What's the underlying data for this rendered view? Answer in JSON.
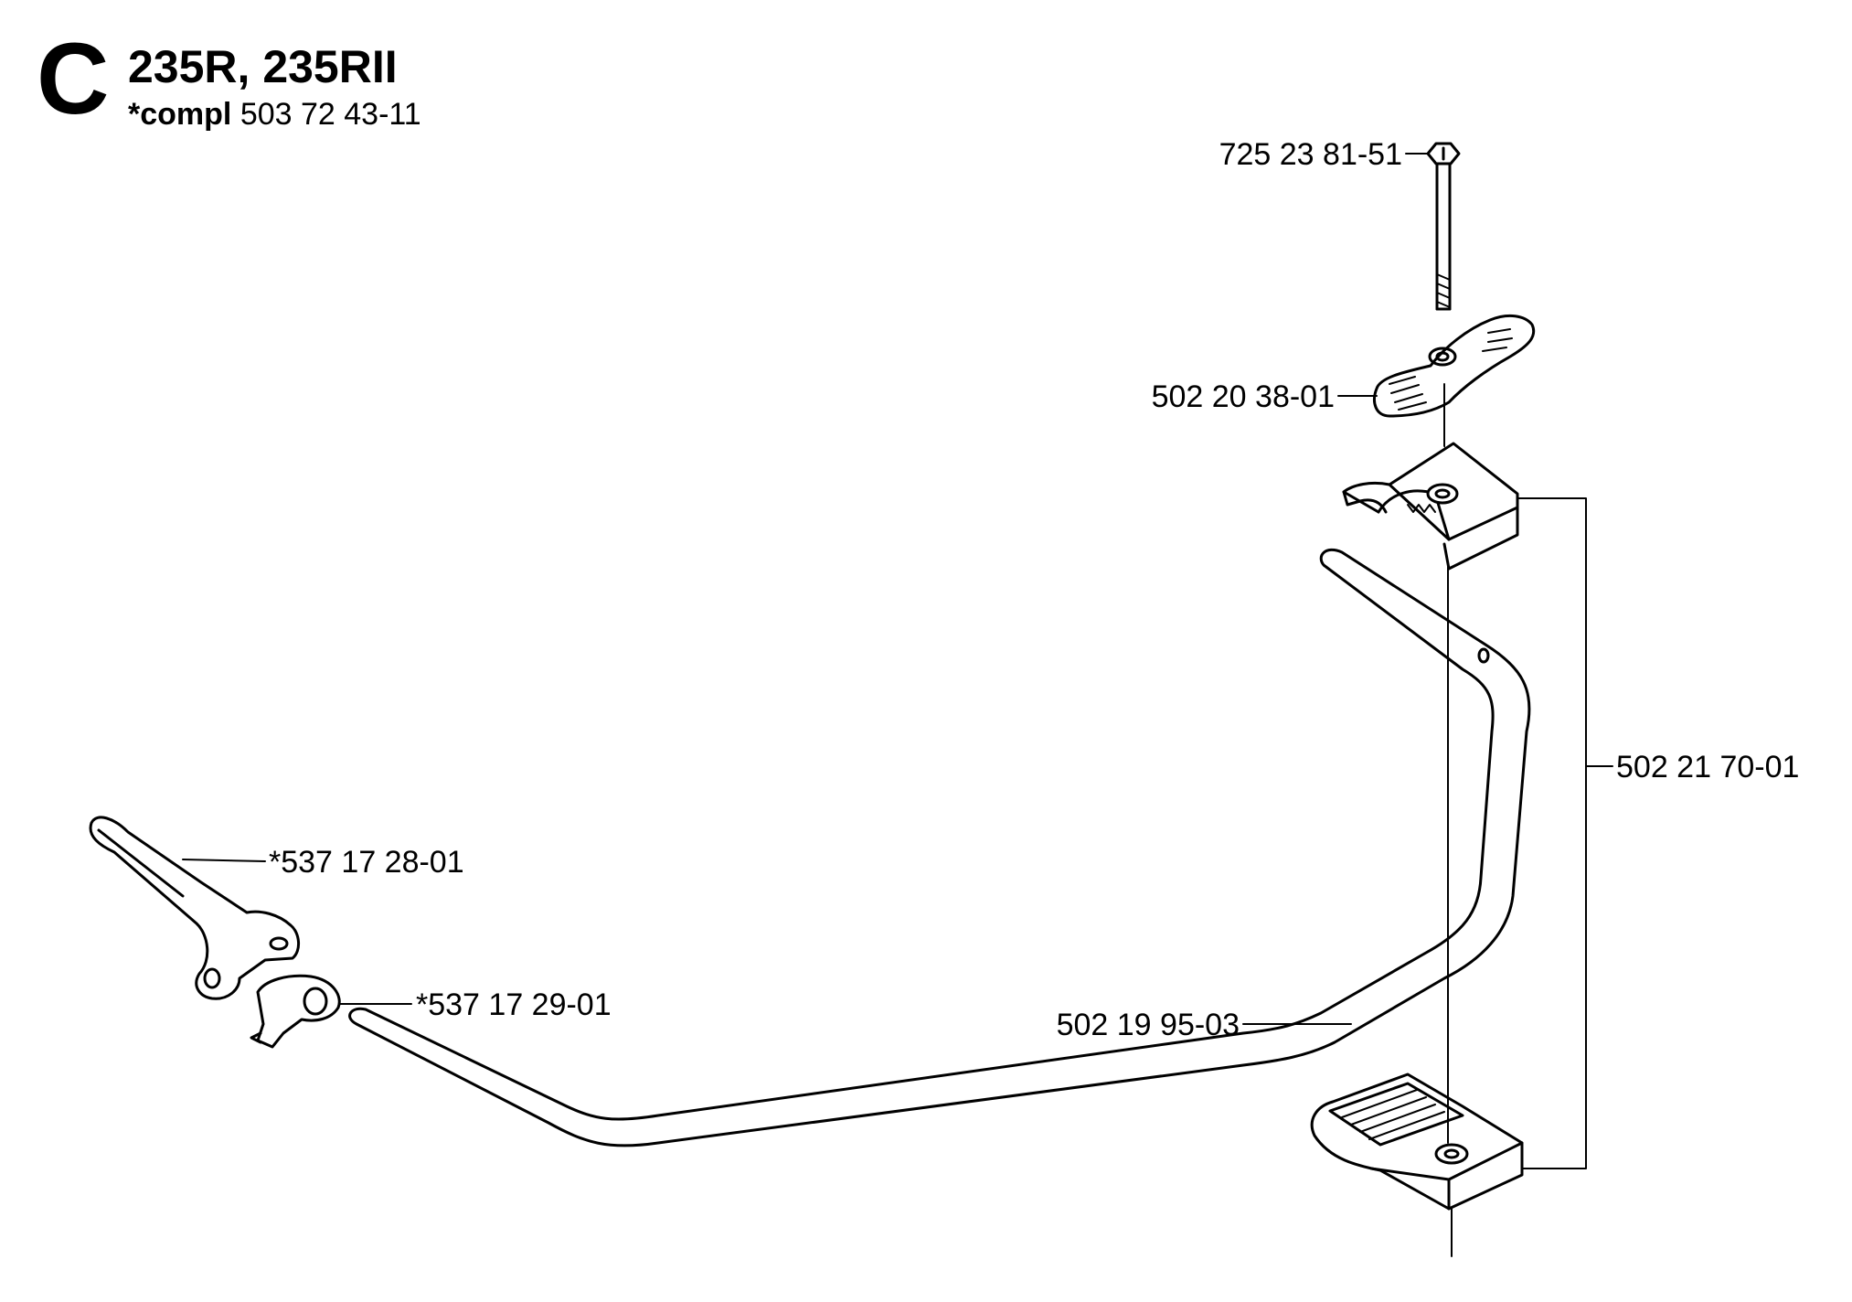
{
  "header": {
    "section_letter": "C",
    "models": "235R, 235RII",
    "compl_label": "*compl",
    "compl_number": "503 72 43-11"
  },
  "parts": [
    {
      "id": "bolt",
      "number": "725 23 81-51"
    },
    {
      "id": "knob",
      "number": "502 20 38-01"
    },
    {
      "id": "clamp",
      "number": "502 21 70-01"
    },
    {
      "id": "handle-bar",
      "number": "502 19 95-03"
    },
    {
      "id": "grip",
      "number": "*537 17 28-01"
    },
    {
      "id": "grip-insert",
      "number": "*537 17 29-01"
    }
  ]
}
